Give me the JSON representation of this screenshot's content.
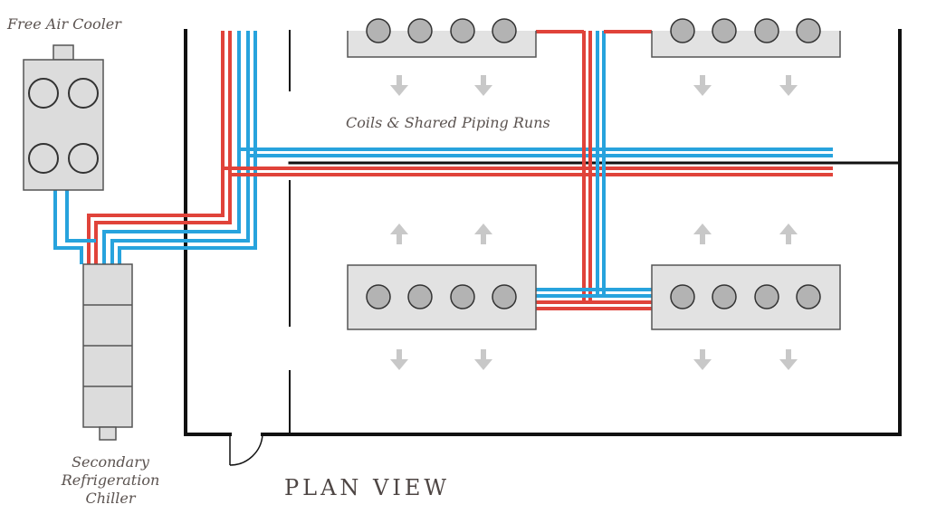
{
  "labels": {
    "free_air_cooler": "Free Air Cooler",
    "coils_runs": "Coils & Shared Piping Runs",
    "chiller_line1": "Secondary",
    "chiller_line2": "Refrigeration",
    "chiller_line3": "Chiller",
    "plan_view": "PLAN VIEW"
  },
  "colors": {
    "hot_pipe": "#e0433a",
    "cold_pipe": "#27a3dd",
    "wall": "#111111",
    "unit_fill": "#dcdcdc",
    "unit_stroke": "#555555",
    "fan_fill": "#b3b3b3",
    "arrow": "#c8c8c8",
    "text": "#5b5350"
  },
  "icons": {
    "fan": "circle-fan-icon",
    "airflow": "arrow-icon"
  }
}
